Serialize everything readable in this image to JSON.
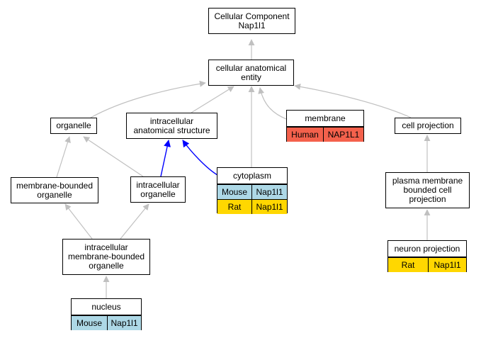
{
  "colors": {
    "edge_gray": "#c0c0c0",
    "edge_blue": "#0000ff",
    "human": "#f4614c",
    "mouse": "#add8e6",
    "rat": "#ffd700"
  },
  "nodes": {
    "root": {
      "lines": [
        "Cellular Component",
        "Nap1l1"
      ]
    },
    "cae": {
      "lines": [
        "cellular anatomical",
        "entity"
      ]
    },
    "organelle": {
      "lines": [
        "organelle"
      ]
    },
    "ias": {
      "lines": [
        "intracellular",
        "anatomical structure"
      ]
    },
    "membrane": {
      "title": "membrane",
      "rows": [
        {
          "species": "Human",
          "gene": "NAP1L1",
          "color": "#f4614c"
        }
      ]
    },
    "cellproj": {
      "lines": [
        "cell projection"
      ]
    },
    "mbo": {
      "lines": [
        "membrane-bounded",
        "organelle"
      ]
    },
    "io": {
      "lines": [
        "intracellular",
        "organelle"
      ]
    },
    "cytoplasm": {
      "title": "cytoplasm",
      "rows": [
        {
          "species": "Mouse",
          "gene": "Nap1l1",
          "color": "#add8e6"
        },
        {
          "species": "Rat",
          "gene": "Nap1l1",
          "color": "#ffd700"
        }
      ]
    },
    "pmbcp": {
      "lines": [
        "plasma membrane",
        "bounded cell",
        "projection"
      ]
    },
    "imbo": {
      "lines": [
        "intracellular",
        "membrane-bounded",
        "organelle"
      ]
    },
    "neuronproj": {
      "title": "neuron projection",
      "rows": [
        {
          "species": "Rat",
          "gene": "Nap1l1",
          "color": "#ffd700"
        }
      ]
    },
    "nucleus": {
      "title": "nucleus",
      "rows": [
        {
          "species": "Mouse",
          "gene": "Nap1l1",
          "color": "#add8e6"
        }
      ]
    }
  }
}
